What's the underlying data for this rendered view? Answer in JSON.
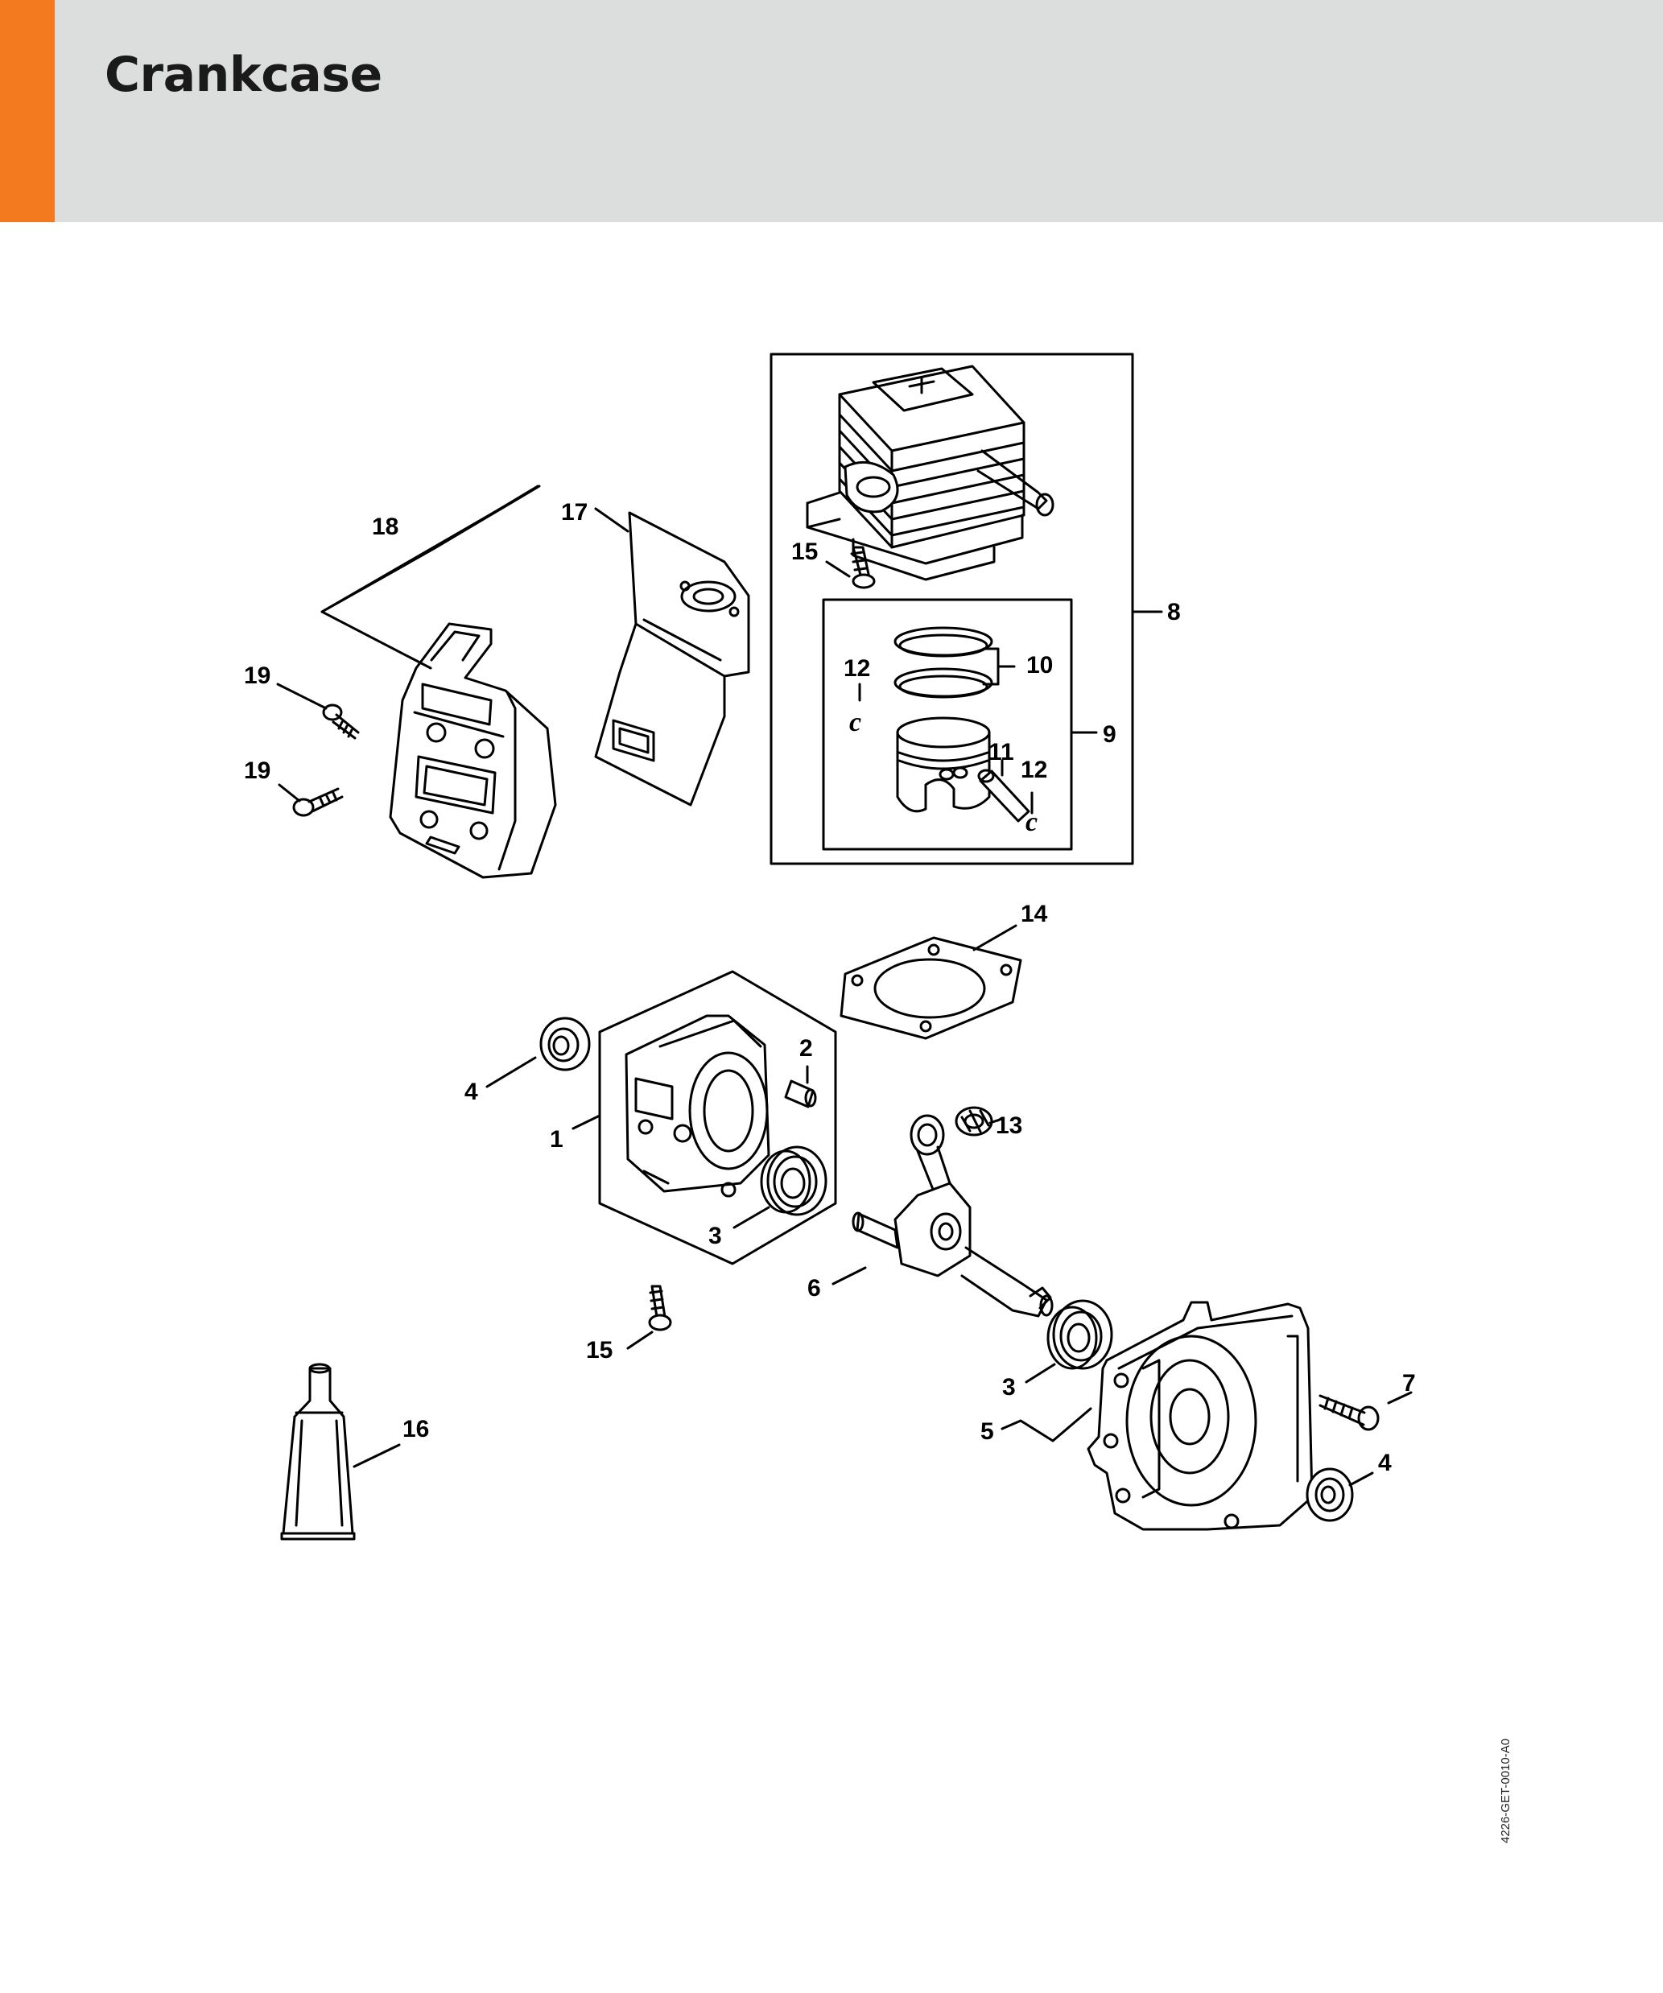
{
  "header": {
    "title": "Crankcase",
    "accent_color": "#f37a1f",
    "background_color": "#dcdddd"
  },
  "callouts": {
    "c1": "1",
    "c2": "2",
    "c3a": "3",
    "c3b": "3",
    "c4a": "4",
    "c4b": "4",
    "c5": "5",
    "c6": "6",
    "c7": "7",
    "c8": "8",
    "c9": "9",
    "c10": "10",
    "c11": "11",
    "c12a": "12",
    "c12b": "12",
    "c13": "13",
    "c14": "14",
    "c15a": "15",
    "c15b": "15",
    "c16": "16",
    "c17": "17",
    "c18": "18",
    "c19a": "19",
    "c19b": "19"
  },
  "clip_symbol": "c",
  "document_id": "4226-GET-0010-A0"
}
